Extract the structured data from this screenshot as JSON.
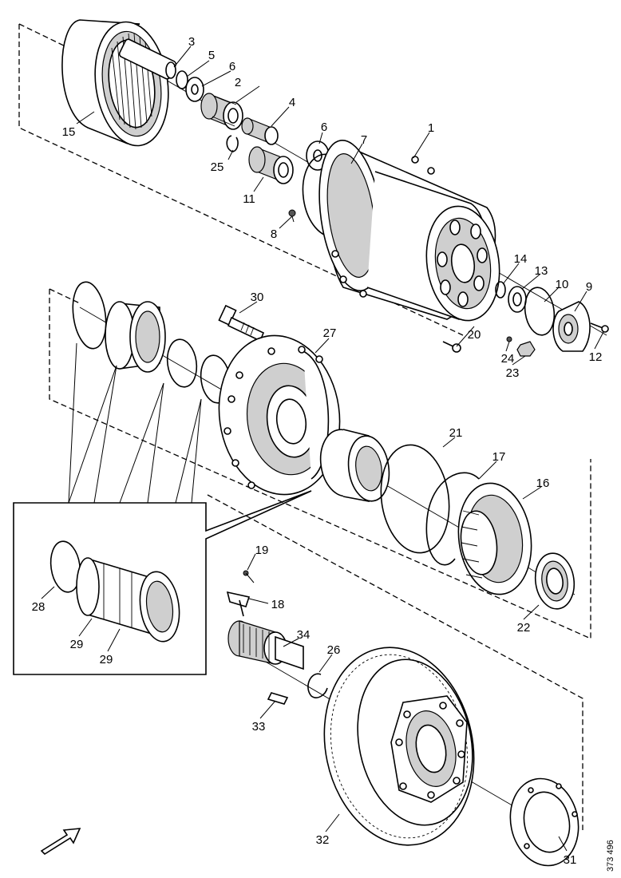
{
  "callouts": [
    {
      "id": "p1",
      "text": "1"
    },
    {
      "id": "p2",
      "text": "2"
    },
    {
      "id": "p3",
      "text": "3"
    },
    {
      "id": "p4",
      "text": "4"
    },
    {
      "id": "p5",
      "text": "5"
    },
    {
      "id": "p6a",
      "text": "6"
    },
    {
      "id": "p6b",
      "text": "6"
    },
    {
      "id": "p7",
      "text": "7"
    },
    {
      "id": "p8",
      "text": "8"
    },
    {
      "id": "p9",
      "text": "9"
    },
    {
      "id": "p10",
      "text": "10"
    },
    {
      "id": "p11",
      "text": "11"
    },
    {
      "id": "p12",
      "text": "12"
    },
    {
      "id": "p13",
      "text": "13"
    },
    {
      "id": "p14",
      "text": "14"
    },
    {
      "id": "p15",
      "text": "15"
    },
    {
      "id": "p16",
      "text": "16"
    },
    {
      "id": "p17",
      "text": "17"
    },
    {
      "id": "p18",
      "text": "18"
    },
    {
      "id": "p19",
      "text": "19"
    },
    {
      "id": "p20",
      "text": "20"
    },
    {
      "id": "p21",
      "text": "21"
    },
    {
      "id": "p22",
      "text": "22"
    },
    {
      "id": "p23",
      "text": "23"
    },
    {
      "id": "p24",
      "text": "24"
    },
    {
      "id": "p25",
      "text": "25"
    },
    {
      "id": "p26",
      "text": "26"
    },
    {
      "id": "p27",
      "text": "27"
    },
    {
      "id": "p28",
      "text": "28"
    },
    {
      "id": "p29a",
      "text": "29"
    },
    {
      "id": "p29b",
      "text": "29"
    },
    {
      "id": "p30",
      "text": "30"
    },
    {
      "id": "p31",
      "text": "31"
    },
    {
      "id": "p32",
      "text": "32"
    },
    {
      "id": "p33",
      "text": "33"
    },
    {
      "id": "p34",
      "text": "34"
    }
  ],
  "reference_code": "373 496"
}
